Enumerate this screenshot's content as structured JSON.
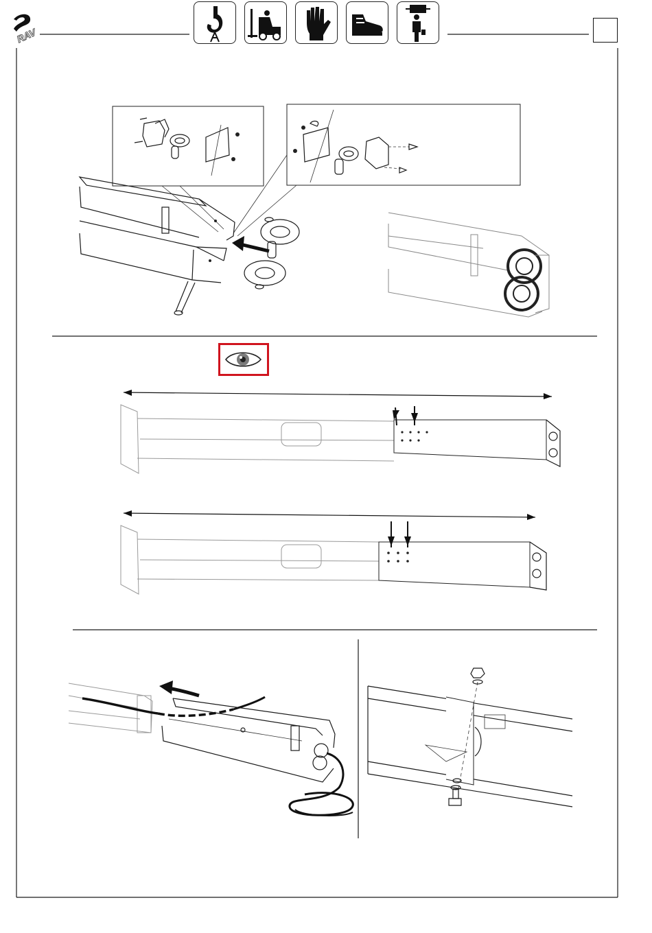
{
  "header": {
    "logo_text": "RAV",
    "safety_icons": [
      {
        "name": "crane-hook-icon"
      },
      {
        "name": "forklift-icon"
      },
      {
        "name": "protective-gloves-icon"
      },
      {
        "name": "safety-shoes-icon"
      },
      {
        "name": "personnel-transport-icon"
      }
    ],
    "page_box_text": ""
  },
  "colors": {
    "line": "#1a1a1a",
    "eye_border": "#d0141e",
    "eye_iris": "#7a7a7a"
  },
  "sections": {
    "pulley_assembly": {
      "name": "pulley-assembly-figure"
    },
    "check_marker": {
      "icon": "eye-icon"
    },
    "extension_positions": {
      "name": "extension-positions-figure"
    },
    "cable_routing": {
      "name": "cable-routing-figure"
    },
    "bolt_fixing": {
      "name": "bolt-fixing-figure"
    }
  }
}
